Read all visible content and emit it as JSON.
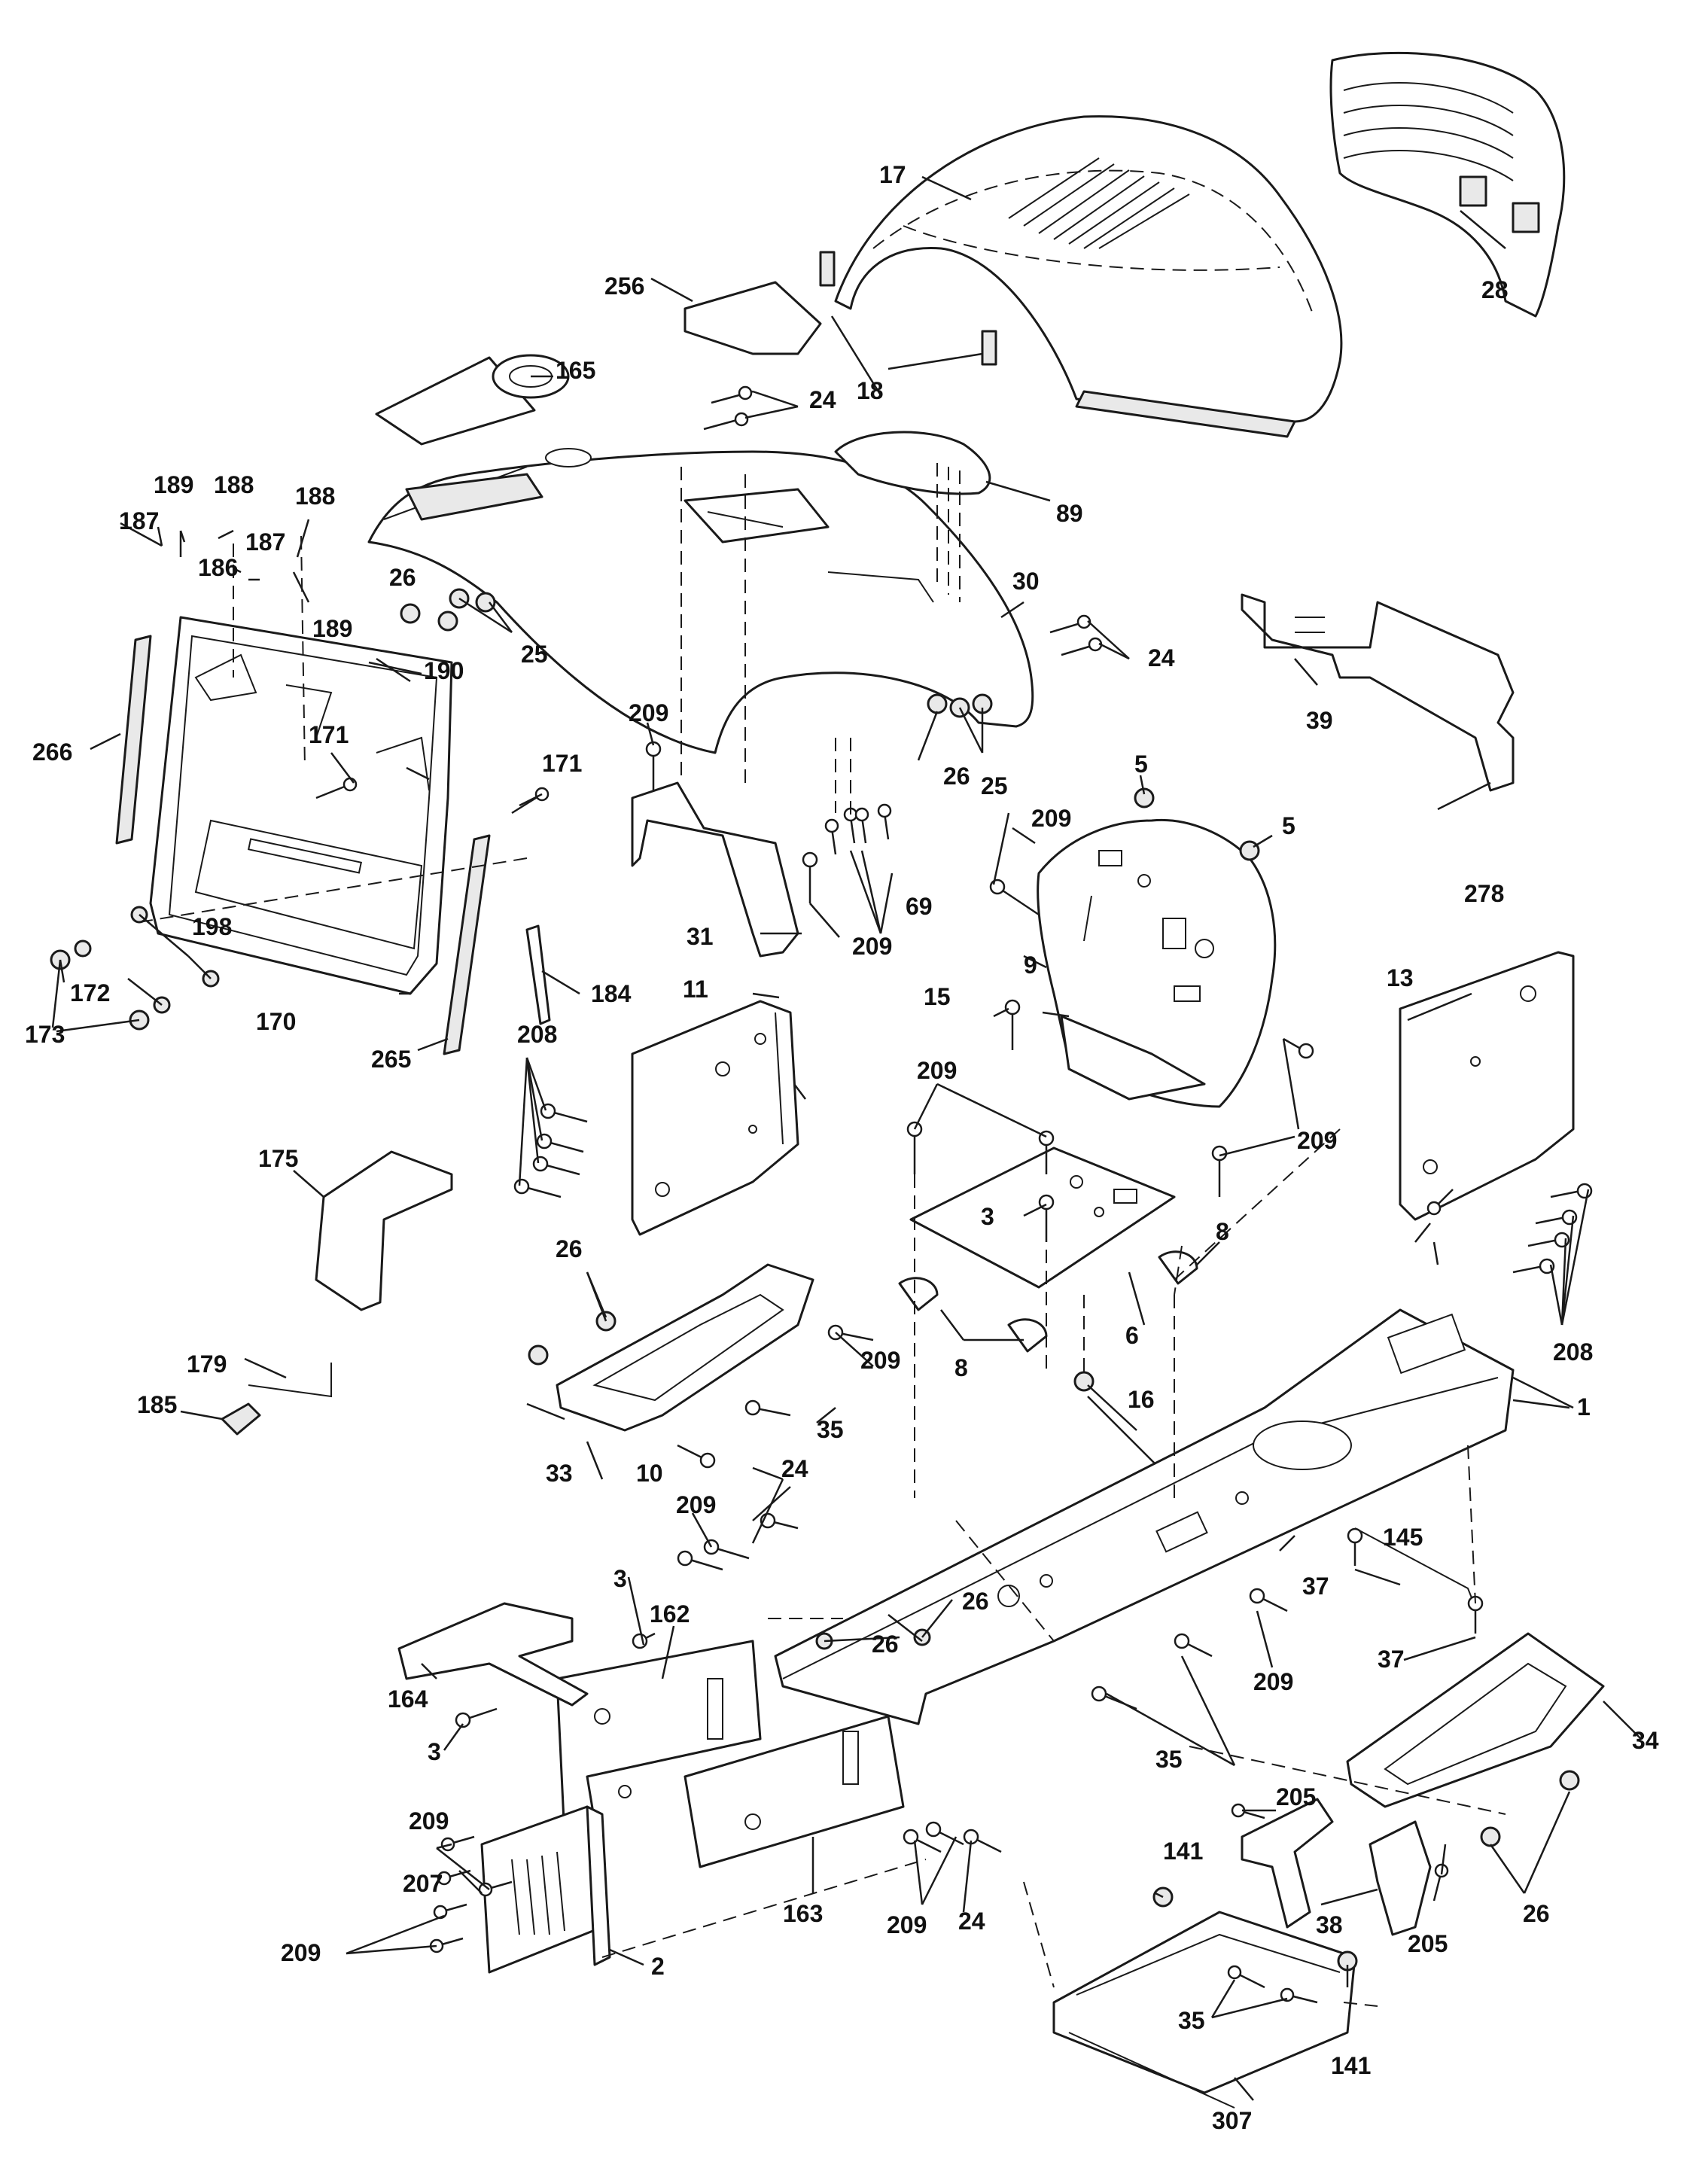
{
  "callouts": {
    "c1": "1",
    "c2": "2",
    "c3a": "3",
    "c3b": "3",
    "c3c": "3",
    "c5a": "5",
    "c5b": "5",
    "c6": "6",
    "c8a": "8",
    "c8b": "8",
    "c9": "9",
    "c10": "10",
    "c11": "11",
    "c13": "13",
    "c15": "15",
    "c16": "16",
    "c17": "17",
    "c18": "18",
    "c24a": "24",
    "c24b": "24",
    "c24c": "24",
    "c24d": "24",
    "c25a": "25",
    "c25b": "25",
    "c26a": "26",
    "c26b": "26",
    "c26c": "26",
    "c26d": "26",
    "c26e": "26",
    "c26f": "26",
    "c28": "28",
    "c30": "30",
    "c31": "31",
    "c33": "33",
    "c34": "34",
    "c35a": "35",
    "c35b": "35",
    "c35c": "35",
    "c37a": "37",
    "c37b": "37",
    "c38": "38",
    "c39": "39",
    "c69": "69",
    "c89": "89",
    "c141a": "141",
    "c141b": "141",
    "c145": "145",
    "c162": "162",
    "c163": "163",
    "c164": "164",
    "c165": "165",
    "c170": "170",
    "c171a": "171",
    "c171b": "171",
    "c172": "172",
    "c173": "173",
    "c175": "175",
    "c179": "179",
    "c184": "184",
    "c185": "185",
    "c186": "186",
    "c187a": "187",
    "c187b": "187",
    "c188a": "188",
    "c188b": "188",
    "c189a": "189",
    "c189b": "189",
    "c190": "190",
    "c198": "198",
    "c205a": "205",
    "c205b": "205",
    "c207": "207",
    "c208a": "208",
    "c208b": "208",
    "c209a": "209",
    "c209b": "209",
    "c209c": "209",
    "c209d": "209",
    "c209e": "209",
    "c209f": "209",
    "c209g": "209",
    "c209h": "209",
    "c209i": "209",
    "c209j": "209",
    "c209k": "209",
    "c256": "256",
    "c265": "265",
    "c266": "266",
    "c278": "278",
    "c307": "307"
  }
}
